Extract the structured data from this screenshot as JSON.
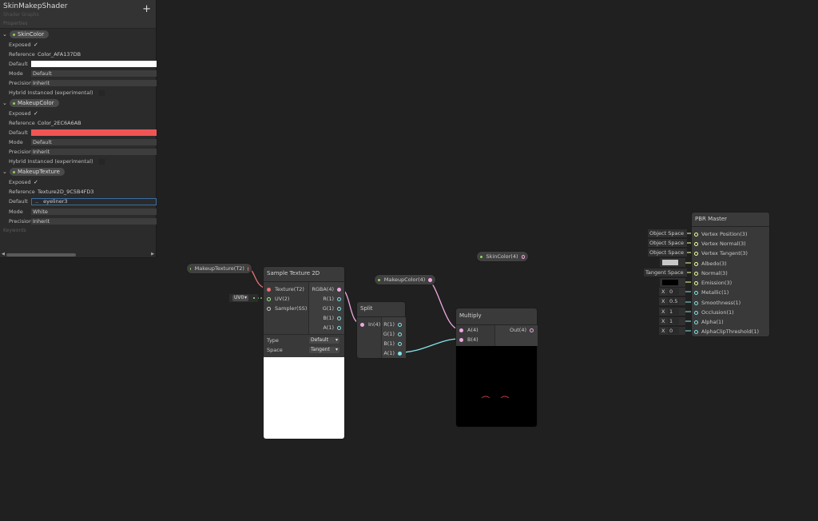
{
  "blackboard": {
    "title": "SkinMakepShader",
    "subtitle": "Shader Graphs",
    "add_icon": "+",
    "properties_header": "Properties",
    "keywords_header": "Keywords",
    "properties": [
      {
        "name": "SkinColor",
        "exposed_label": "Exposed",
        "exposed": "✓",
        "reference_label": "Reference",
        "reference": "Color_AFA137DB",
        "default_label": "Default",
        "default_color": "#ffffff",
        "mode_label": "Mode",
        "mode": "Default",
        "precision_label": "Precision",
        "precision": "Inherit",
        "hybrid_label": "Hybrid Instanced (experimental)"
      },
      {
        "name": "MakeupColor",
        "exposed_label": "Exposed",
        "exposed": "✓",
        "reference_label": "Reference",
        "reference": "Color_2EC6A6AB",
        "default_label": "Default",
        "default_color": "#f05555",
        "mode_label": "Mode",
        "mode": "Default",
        "precision_label": "Precision",
        "precision": "Inherit",
        "hybrid_label": "Hybrid Instanced (experimental)"
      },
      {
        "name": "MakeupTexture",
        "exposed_label": "Exposed",
        "exposed": "✓",
        "reference_label": "Reference",
        "reference": "Texture2D_9C5B4FD3",
        "default_label": "Default",
        "default_value": "eyeliner3",
        "default_prefix": "..",
        "mode_label": "Mode",
        "mode": "White",
        "precision_label": "Precision",
        "precision": "Inherit"
      }
    ]
  },
  "property_nodes": {
    "makeup_texture": "MakeupTexture(T2)",
    "makeup_color": "MakeupColor(4)",
    "skin_color": "SkinColor(4)"
  },
  "sample_texture": {
    "title": "Sample Texture 2D",
    "inputs": [
      "Texture(T2)",
      "UV(2)",
      "Sampler(SS)"
    ],
    "outputs": [
      "RGBA(4)",
      "R(1)",
      "G(1)",
      "B(1)",
      "A(1)"
    ],
    "type_label": "Type",
    "type_value": "Default",
    "space_label": "Space",
    "space_value": "Tangent",
    "uv_control": "UV0"
  },
  "split": {
    "title": "Split",
    "inputs": [
      "In(4)"
    ],
    "outputs": [
      "R(1)",
      "G(1)",
      "B(1)",
      "A(1)"
    ]
  },
  "multiply": {
    "title": "Multiply",
    "inputs": [
      "A(4)",
      "B(4)"
    ],
    "outputs": [
      "Out(4)"
    ]
  },
  "pbr_master": {
    "title": "PBR Master",
    "inputs": [
      {
        "label": "Vertex Position(3)",
        "control": "Object Space"
      },
      {
        "label": "Vertex Normal(3)",
        "control": "Object Space"
      },
      {
        "label": "Vertex Tangent(3)",
        "control": "Object Space"
      },
      {
        "label": "Albedo(3)",
        "control_color": "#c8c8c8"
      },
      {
        "label": "Normal(3)",
        "control": "Tangent Space"
      },
      {
        "label": "Emission(3)",
        "control_color": "#000000"
      },
      {
        "label": "Metallic(1)",
        "axis": "X",
        "value": "0"
      },
      {
        "label": "Smoothness(1)",
        "axis": "X",
        "value": "0.5"
      },
      {
        "label": "Occlusion(1)",
        "axis": "X",
        "value": "1"
      },
      {
        "label": "Alpha(1)",
        "axis": "X",
        "value": "1"
      },
      {
        "label": "AlphaClipThreshold(1)",
        "axis": "X",
        "value": "0"
      }
    ]
  }
}
